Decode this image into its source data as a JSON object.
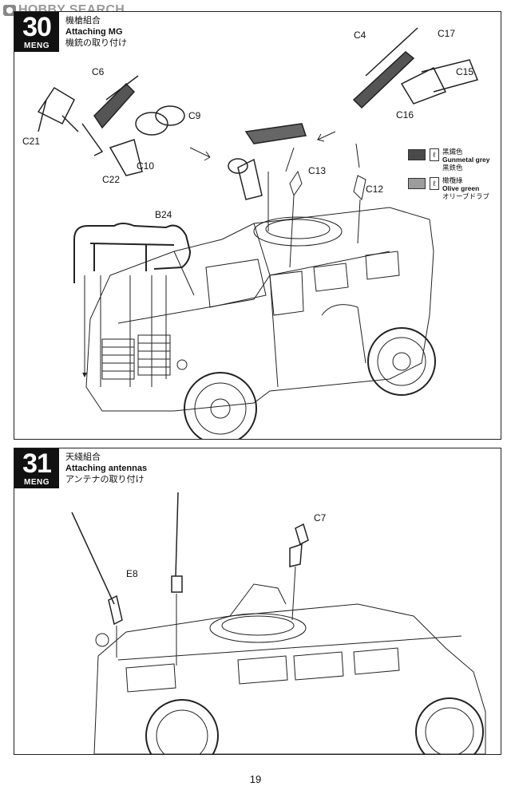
{
  "watermark": {
    "text": "HOBBY SEARCH"
  },
  "step30": {
    "number": "30",
    "brand": "MENG",
    "title_jp": "機槍組合",
    "title_en": "Attaching MG",
    "title_jp2": "機銃の取り付け",
    "parts": [
      "C6",
      "C21",
      "C22",
      "C10",
      "C9",
      "C4",
      "C17",
      "C15",
      "C16",
      "C13",
      "C12",
      "B24"
    ],
    "legend": [
      {
        "jp": "黑鐵色",
        "en": "Gunmetal grey",
        "jp2": "黒鉄色",
        "color": "#4a4a4a"
      },
      {
        "jp": "橄欖綠",
        "en": "Olive green",
        "jp2": "オリーブドラブ",
        "color": "#9c9c9c"
      }
    ]
  },
  "step31": {
    "number": "31",
    "brand": "MENG",
    "title_jp": "天綫組合",
    "title_en": "Attaching antennas",
    "title_jp2": "アンテナの取り付け",
    "parts": [
      "C7",
      "E8"
    ]
  },
  "page_number": "19"
}
